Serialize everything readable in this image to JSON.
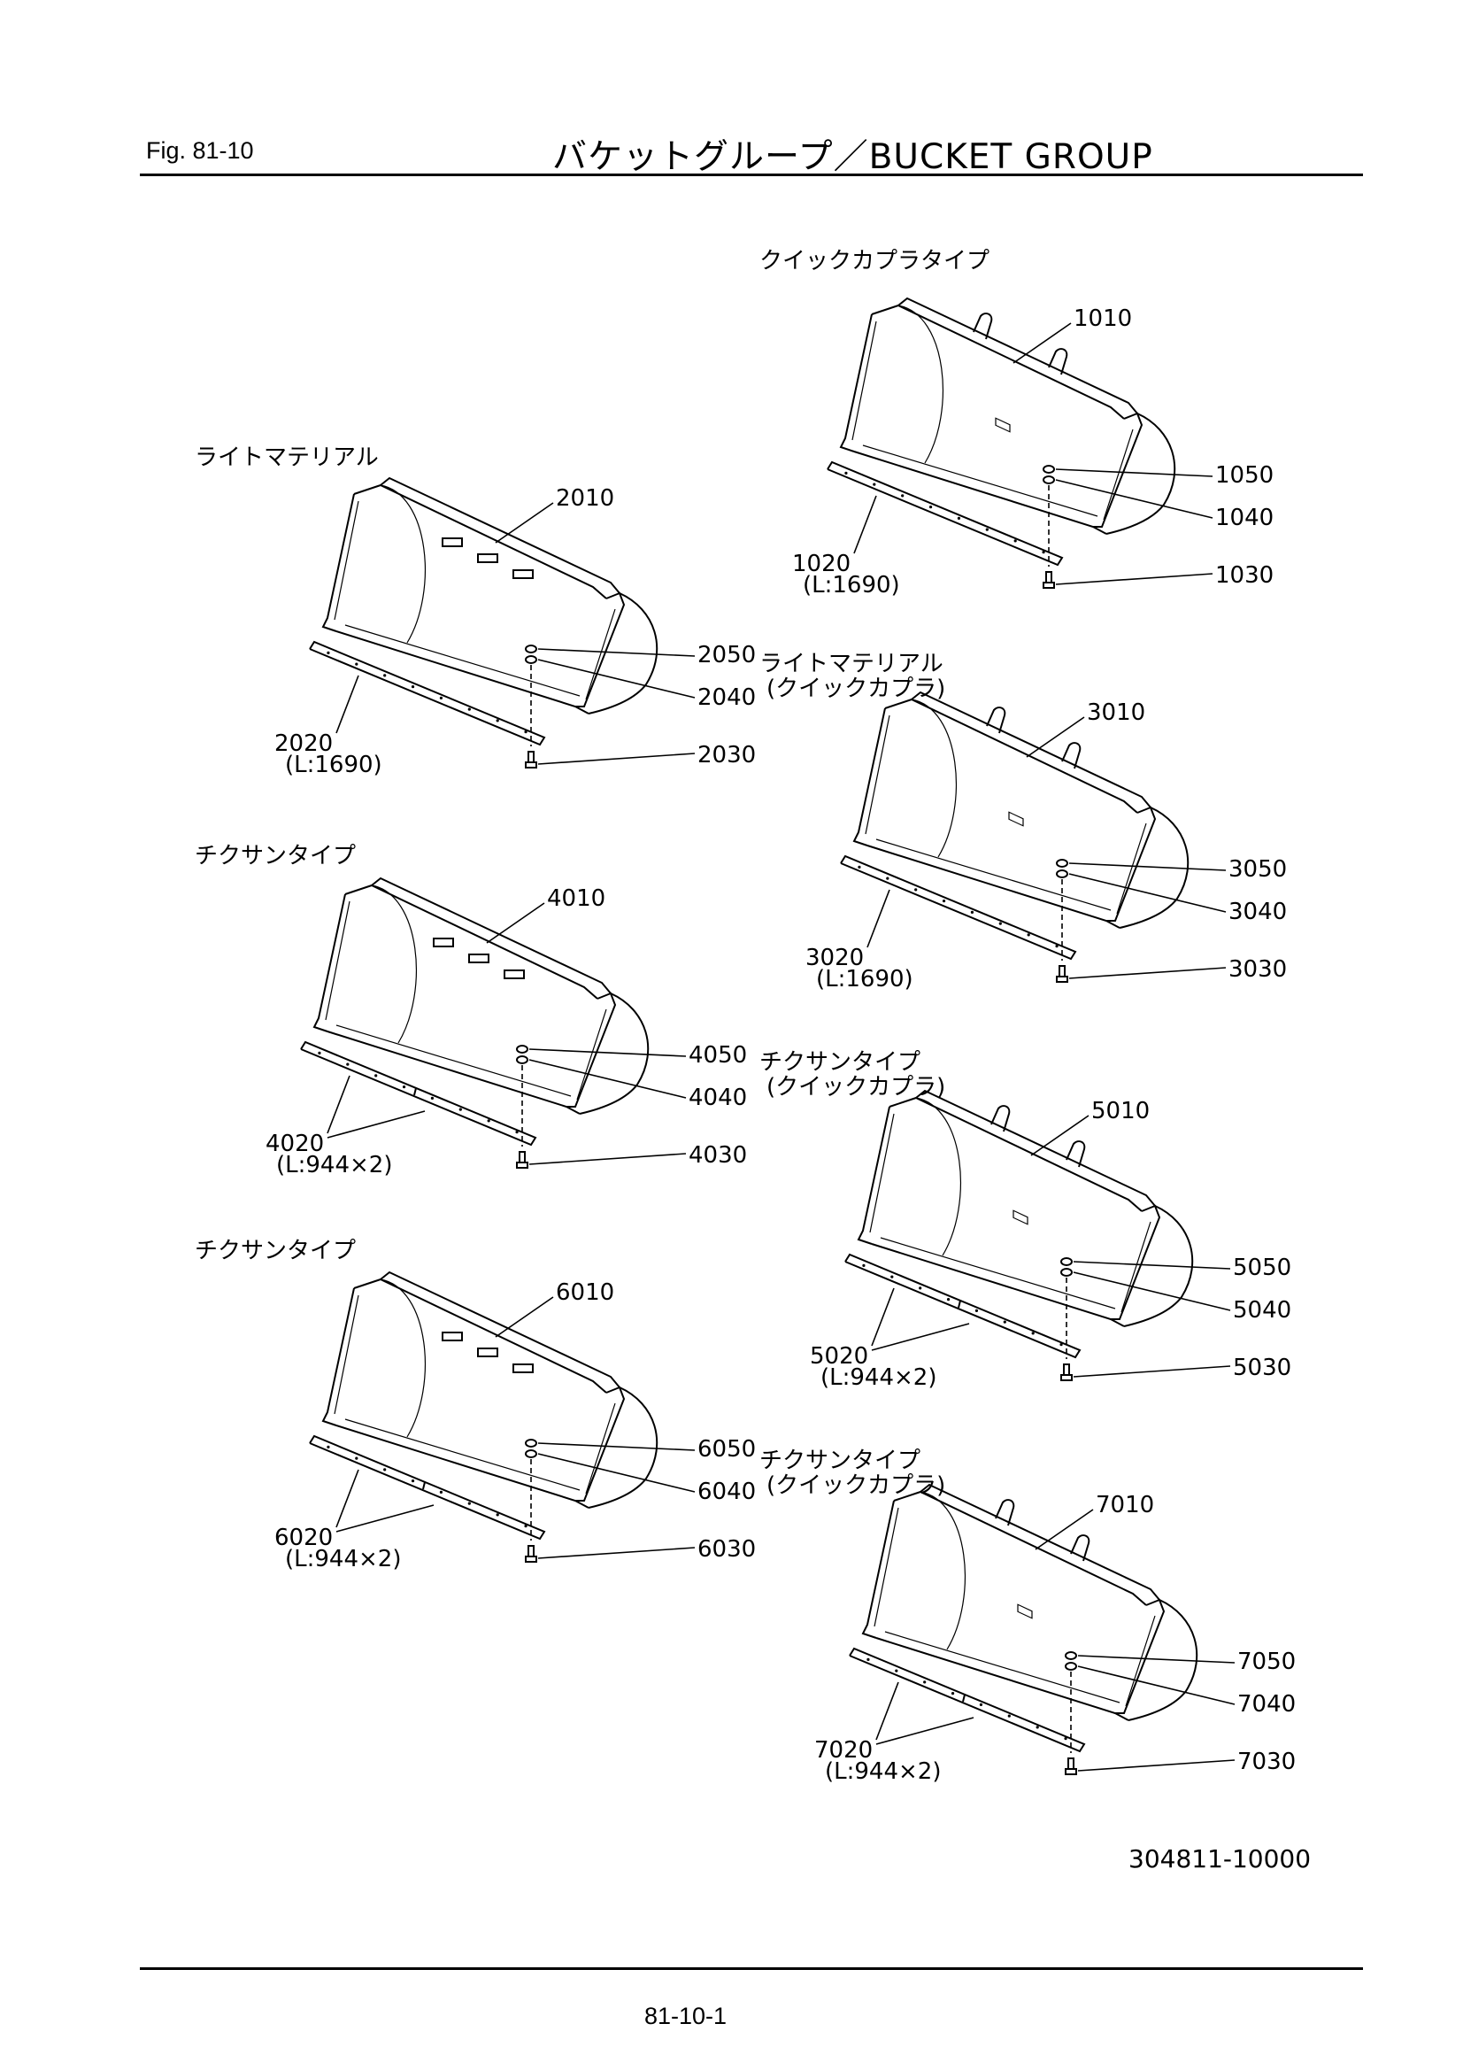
{
  "header": {
    "fig_label": "Fig.  81-10",
    "title": "バケットグループ／BUCKET  GROUP"
  },
  "groups": [
    {
      "caption": "クイックカプラタイプ",
      "caption2": "",
      "quick_coupler": true,
      "split_edge": false,
      "parts": {
        "bucket": "1010",
        "edge": "1020",
        "edge_length": "(L:1690)",
        "nut": "1050",
        "washer": "1040",
        "bolt": "1030"
      }
    },
    {
      "caption": "ライトマテリアル",
      "caption2": "",
      "quick_coupler": false,
      "split_edge": false,
      "parts": {
        "bucket": "2010",
        "edge": "2020",
        "edge_length": "(L:1690)",
        "nut": "2050",
        "washer": "2040",
        "bolt": "2030"
      }
    },
    {
      "caption": "ライトマテリアル",
      "caption2": "(クイックカプラ)",
      "quick_coupler": true,
      "split_edge": false,
      "parts": {
        "bucket": "3010",
        "edge": "3020",
        "edge_length": "(L:1690)",
        "nut": "3050",
        "washer": "3040",
        "bolt": "3030"
      }
    },
    {
      "caption": "チクサンタイプ",
      "caption2": "",
      "quick_coupler": false,
      "split_edge": true,
      "parts": {
        "bucket": "4010",
        "edge": "4020",
        "edge_length": "(L:944×2)",
        "nut": "4050",
        "washer": "4040",
        "bolt": "4030"
      }
    },
    {
      "caption": "チクサンタイプ",
      "caption2": "(クイックカプラ)",
      "quick_coupler": true,
      "split_edge": true,
      "parts": {
        "bucket": "5010",
        "edge": "5020",
        "edge_length": "(L:944×2)",
        "nut": "5050",
        "washer": "5040",
        "bolt": "5030"
      }
    },
    {
      "caption": "チクサンタイプ",
      "caption2": "",
      "quick_coupler": false,
      "split_edge": true,
      "parts": {
        "bucket": "6010",
        "edge": "6020",
        "edge_length": "(L:944×2)",
        "nut": "6050",
        "washer": "6040",
        "bolt": "6030"
      }
    },
    {
      "caption": "チクサンタイプ",
      "caption2": "(クイックカプラ)",
      "quick_coupler": true,
      "split_edge": true,
      "parts": {
        "bucket": "7010",
        "edge": "7020",
        "edge_length": "(L:944×2)",
        "nut": "7050",
        "washer": "7040",
        "bolt": "7030"
      }
    }
  ],
  "drawing_number": "304811-10000",
  "footer": {
    "page_number": "81-10-1"
  }
}
